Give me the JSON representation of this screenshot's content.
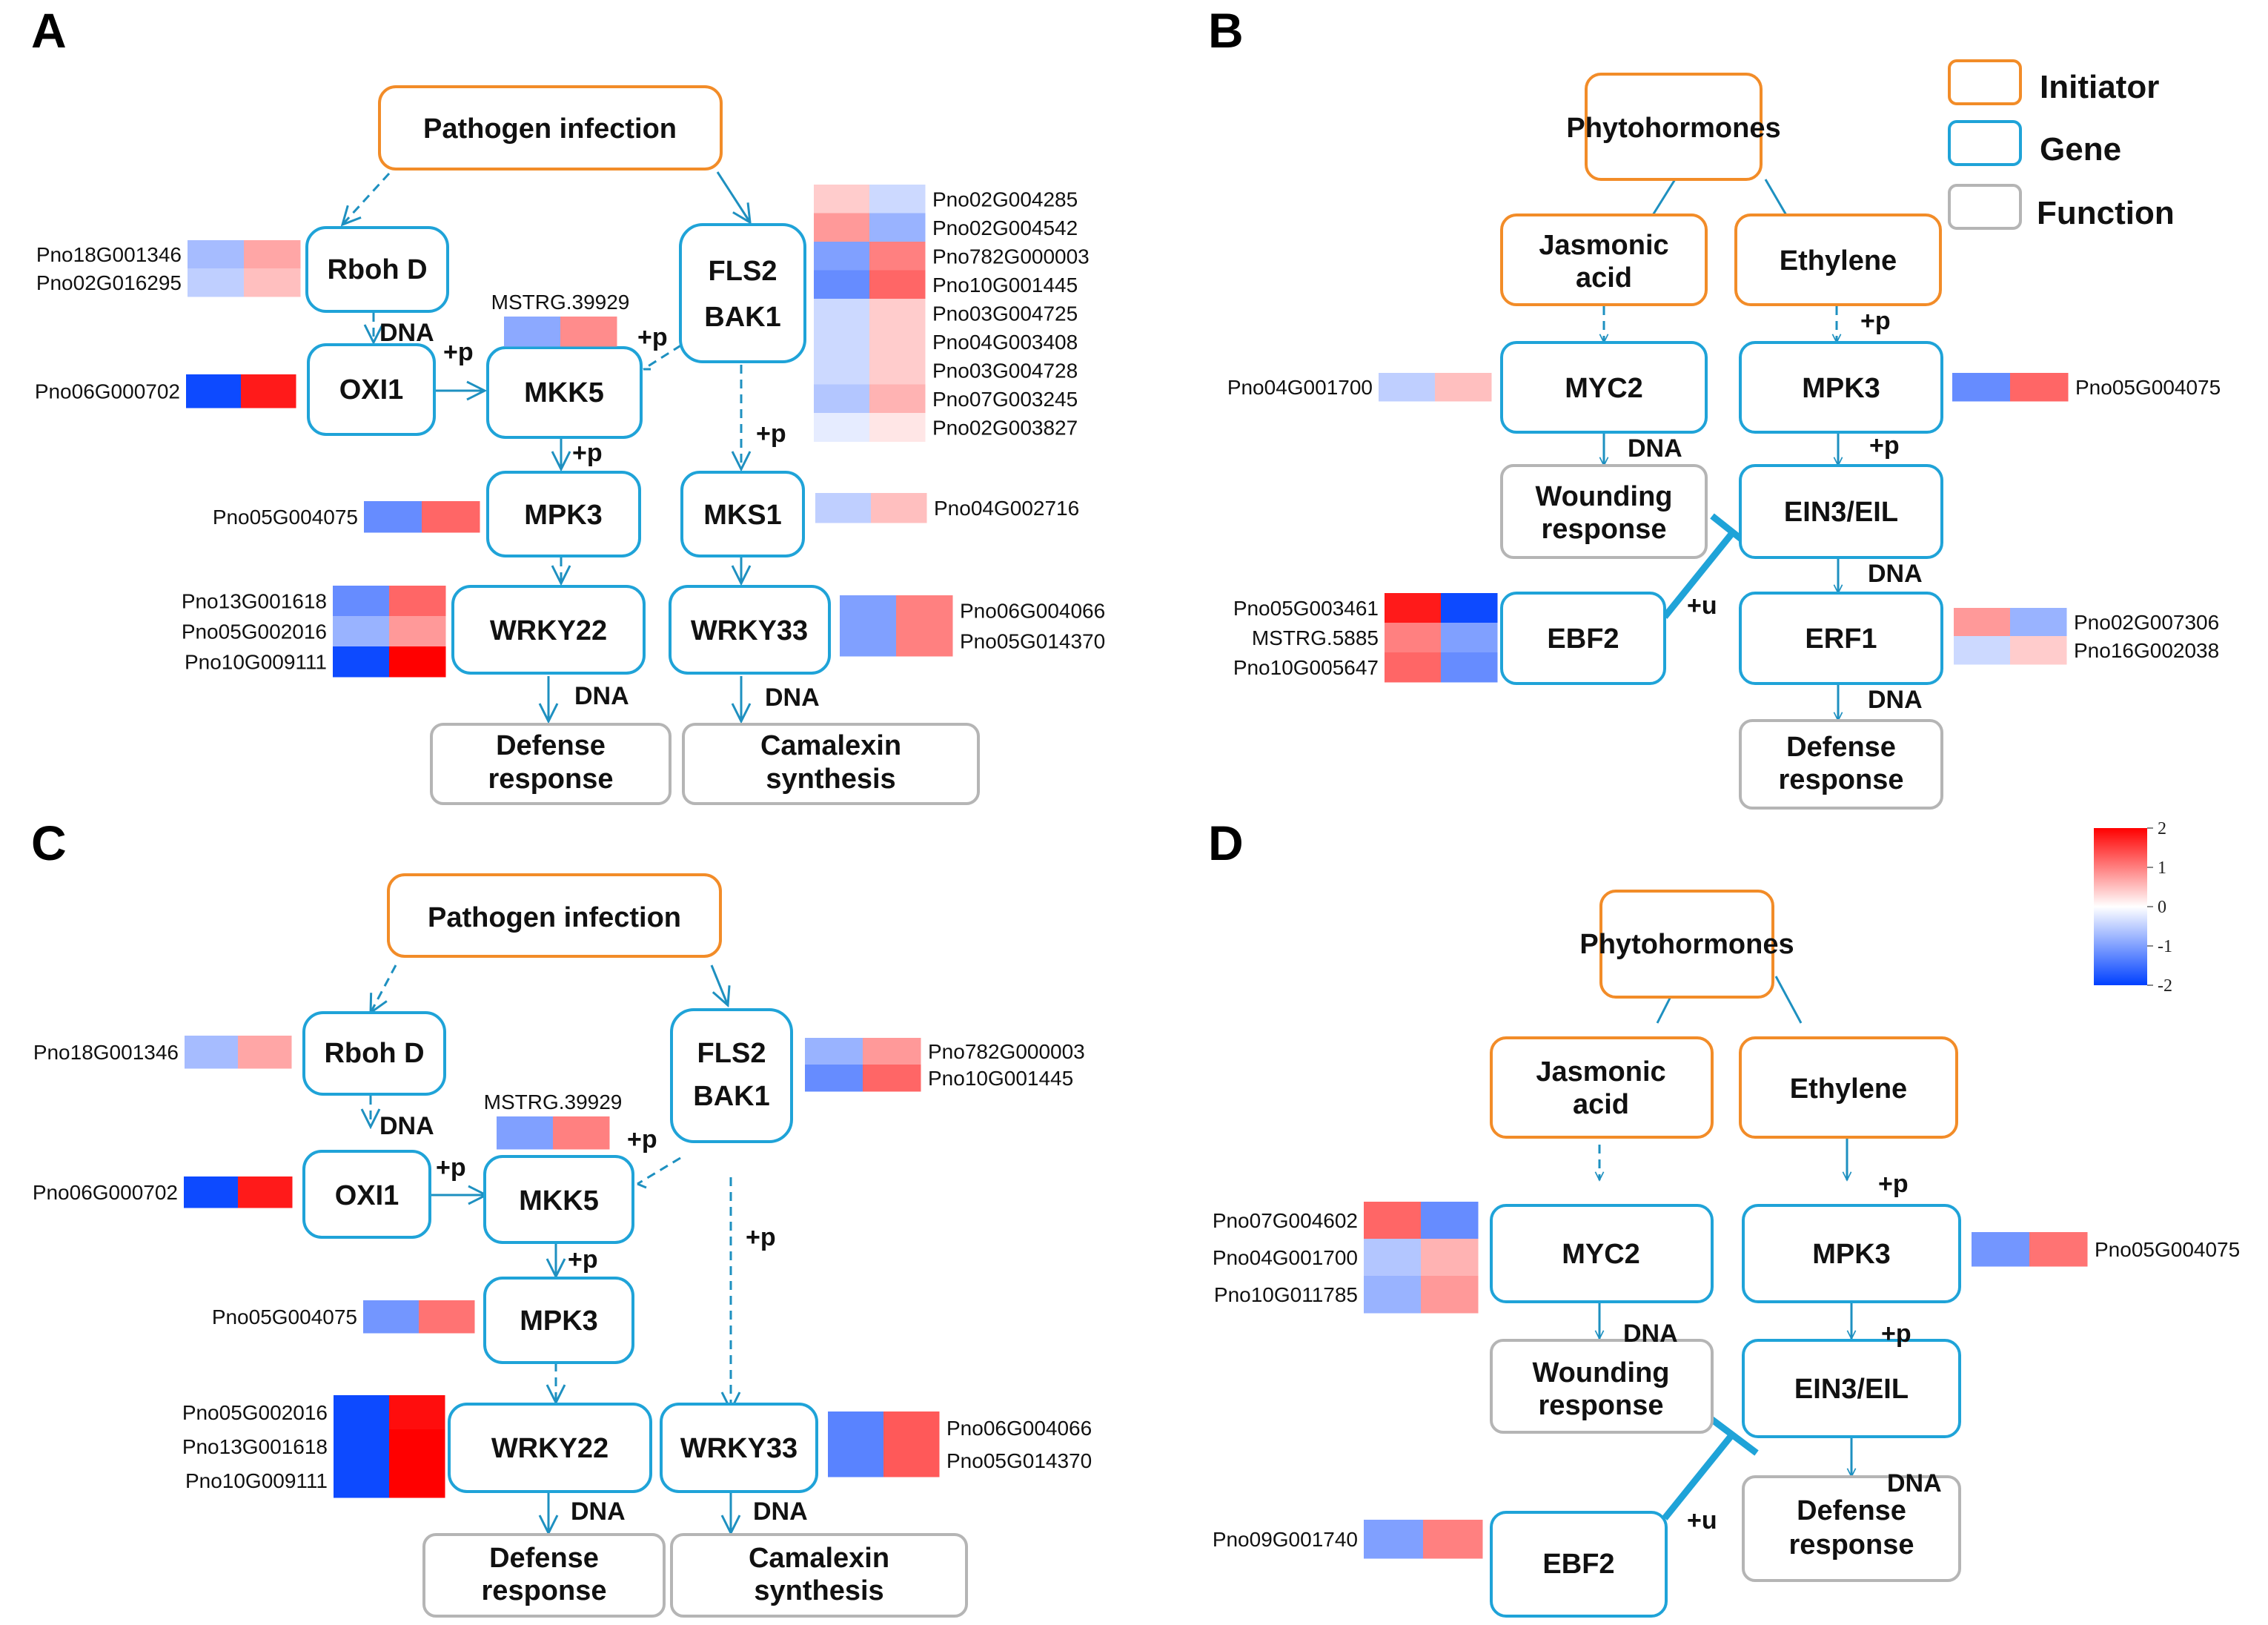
{
  "figure": {
    "colors": {
      "initiator": "#f28c28",
      "gene": "#1fa3d8",
      "function": "#b5b5b5",
      "edge": "#1e90c0",
      "heat_low": "#0040ff",
      "heat_mid": "#ffffff",
      "heat_high": "#ff0000"
    },
    "legend": {
      "items": [
        {
          "label": "Initiator",
          "kind": "initiator"
        },
        {
          "label": "Gene",
          "kind": "gene"
        },
        {
          "label": "Function",
          "kind": "function"
        }
      ]
    },
    "colorbar": {
      "min": -2,
      "max": 2,
      "ticks": [
        "2",
        "1",
        "0",
        "-1",
        "-2"
      ]
    },
    "panels": {
      "A": {
        "letter": "A",
        "nodes": {
          "pathogen": "Pathogen infection",
          "rbohd": "Rboh D",
          "fls2": "FLS2",
          "bak1": "BAK1",
          "oxi1": "OXI1",
          "mkk5": "MKK5",
          "mpk3": "MPK3",
          "mks1": "MKS1",
          "wrky22": "WRKY22",
          "wrky33": "WRKY33",
          "defense_l1": "Defense",
          "defense_l2": "response",
          "camalexin_l1": "Camalexin",
          "camalexin_l2": "synthesis"
        },
        "edge_labels": {
          "rboh_oxi": "DNA",
          "oxi_mkk": "+p",
          "fls_mkk": "+p",
          "mkk_mpk": "+p",
          "fls_mks": "+p",
          "wrky22_def": "DNA",
          "wrky33_cam": "DNA"
        },
        "heatmaps": {
          "rboh": [
            {
              "gene": "Pno18G001346",
              "values": [
                -0.7,
                0.7
              ]
            },
            {
              "gene": "Pno02G016295",
              "values": [
                -0.5,
                0.5
              ]
            }
          ],
          "oxi1": [
            {
              "gene": "Pno06G000702",
              "values": [
                -1.9,
                1.8
              ]
            }
          ],
          "mkk5": [
            {
              "gene": "MSTRG.39929",
              "values": [
                -0.9,
                0.9
              ]
            }
          ],
          "fls2": [
            {
              "gene": "Pno02G004285",
              "values": [
                0.4,
                -0.4
              ]
            },
            {
              "gene": "Pno02G004542",
              "values": [
                0.8,
                -0.8
              ]
            },
            {
              "gene": "Pno782G000003",
              "values": [
                -1.0,
                1.0
              ]
            },
            {
              "gene": "Pno10G001445",
              "values": [
                -1.2,
                1.2
              ]
            },
            {
              "gene": "Pno03G004725",
              "values": [
                -0.4,
                0.4
              ]
            },
            {
              "gene": "Pno04G003408",
              "values": [
                -0.4,
                0.4
              ]
            },
            {
              "gene": "Pno03G004728",
              "values": [
                -0.4,
                0.4
              ]
            },
            {
              "gene": "Pno07G003245",
              "values": [
                -0.6,
                0.6
              ]
            },
            {
              "gene": "Pno02G003827",
              "values": [
                -0.2,
                0.2
              ]
            }
          ],
          "mpk3": [
            {
              "gene": "Pno05G004075",
              "values": [
                -1.2,
                1.2
              ]
            }
          ],
          "mks1": [
            {
              "gene": "Pno04G002716",
              "values": [
                -0.5,
                0.5
              ]
            }
          ],
          "wrky22": [
            {
              "gene": "Pno13G001618",
              "values": [
                -1.2,
                1.2
              ]
            },
            {
              "gene": "Pno05G002016",
              "values": [
                -0.8,
                0.8
              ]
            },
            {
              "gene": "Pno10G009111",
              "values": [
                -1.9,
                2.0
              ]
            }
          ],
          "wrky33": [
            {
              "gene": "Pno06G004066",
              "values": [
                -1.0,
                1.0
              ]
            },
            {
              "gene": "Pno05G014370",
              "values": [
                -1.0,
                1.0
              ]
            }
          ]
        }
      },
      "B": {
        "letter": "B",
        "nodes": {
          "phyto": "Phytohormones",
          "ja_l1": "Jasmonic",
          "ja_l2": "acid",
          "eth": "Ethylene",
          "myc2": "MYC2",
          "mpk3": "MPK3",
          "wound_l1": "Wounding",
          "wound_l2": "response",
          "ein3": "EIN3/EIL",
          "ebf2": "EBF2",
          "erf1": "ERF1",
          "defense_l1": "Defense",
          "defense_l2": "response"
        },
        "edge_labels": {
          "eth_mpk": "+p",
          "myc_wound": "DNA",
          "mpk_ein": "+p",
          "ein_erf": "DNA",
          "ebf_ein": "+u",
          "erf_def": "DNA"
        },
        "heatmaps": {
          "myc2": [
            {
              "gene": "Pno04G001700",
              "values": [
                -0.5,
                0.5
              ]
            }
          ],
          "mpk3": [
            {
              "gene": "Pno05G004075",
              "values": [
                -1.2,
                1.2
              ]
            }
          ],
          "ebf2": [
            {
              "gene": "Pno05G003461",
              "values": [
                1.8,
                -1.9
              ]
            },
            {
              "gene": "MSTRG.5885",
              "values": [
                1.0,
                -1.0
              ]
            },
            {
              "gene": "Pno10G005647",
              "values": [
                1.2,
                -1.2
              ]
            }
          ],
          "erf1": [
            {
              "gene": "Pno02G007306",
              "values": [
                0.8,
                -0.8
              ]
            },
            {
              "gene": "Pno16G002038",
              "values": [
                -0.4,
                0.4
              ]
            }
          ]
        }
      },
      "C": {
        "letter": "C",
        "nodes": {
          "pathogen": "Pathogen infection",
          "rbohd": "Rboh D",
          "fls2": "FLS2",
          "bak1": "BAK1",
          "oxi1": "OXI1",
          "mkk5": "MKK5",
          "mpk3": "MPK3",
          "wrky22": "WRKY22",
          "wrky33": "WRKY33",
          "defense_l1": "Defense",
          "defense_l2": "response",
          "camalexin_l1": "Camalexin",
          "camalexin_l2": "synthesis"
        },
        "edge_labels": {
          "rboh_oxi": "DNA",
          "oxi_mkk": "+p",
          "fls_mkk": "+p",
          "mkk_mpk": "+p",
          "fls_wrky33": "+p",
          "wrky22_def": "DNA",
          "wrky33_cam": "DNA"
        },
        "heatmaps": {
          "rboh": [
            {
              "gene": "Pno18G001346",
              "values": [
                -0.7,
                0.7
              ]
            }
          ],
          "oxi1": [
            {
              "gene": "Pno06G000702",
              "values": [
                -1.9,
                1.8
              ]
            }
          ],
          "mkk5": [
            {
              "gene": "MSTRG.39929",
              "values": [
                -1.0,
                1.0
              ]
            }
          ],
          "fls2": [
            {
              "gene": "Pno782G000003",
              "values": [
                -0.8,
                0.8
              ]
            },
            {
              "gene": "Pno10G001445",
              "values": [
                -1.2,
                1.2
              ]
            }
          ],
          "mpk3": [
            {
              "gene": "Pno05G004075",
              "values": [
                -1.1,
                1.1
              ]
            }
          ],
          "wrky22": [
            {
              "gene": "Pno05G002016",
              "values": [
                -1.9,
                1.9
              ]
            },
            {
              "gene": "Pno13G001618",
              "values": [
                -1.9,
                2.0
              ]
            },
            {
              "gene": "Pno10G009111",
              "values": [
                -1.9,
                2.0
              ]
            }
          ],
          "wrky33": [
            {
              "gene": "Pno06G004066",
              "values": [
                -1.3,
                1.3
              ]
            },
            {
              "gene": "Pno05G014370",
              "values": [
                -1.3,
                1.3
              ]
            }
          ]
        }
      },
      "D": {
        "letter": "D",
        "nodes": {
          "phyto": "Phytohormones",
          "ja_l1": "Jasmonic",
          "ja_l2": "acid",
          "eth": "Ethylene",
          "myc2": "MYC2",
          "mpk3": "MPK3",
          "wound_l1": "Wounding",
          "wound_l2": "response",
          "ein3": "EIN3/EIL",
          "ebf2": "EBF2",
          "defense_l1": "Defense",
          "defense_l2": "response"
        },
        "edge_labels": {
          "eth_mpk": "+p",
          "myc_wound": "DNA",
          "mpk_ein": "+p",
          "ein_def": "DNA",
          "ebf_ein": "+u"
        },
        "heatmaps": {
          "myc2": [
            {
              "gene": "Pno07G004602",
              "values": [
                1.2,
                -1.2
              ]
            },
            {
              "gene": "Pno04G001700",
              "values": [
                -0.6,
                0.6
              ]
            },
            {
              "gene": "Pno10G011785",
              "values": [
                -0.8,
                0.8
              ]
            }
          ],
          "mpk3": [
            {
              "gene": "Pno05G004075",
              "values": [
                -1.1,
                1.1
              ]
            }
          ],
          "ebf2": [
            {
              "gene": "Pno09G001740",
              "values": [
                -1.0,
                1.0
              ]
            }
          ]
        }
      }
    }
  }
}
